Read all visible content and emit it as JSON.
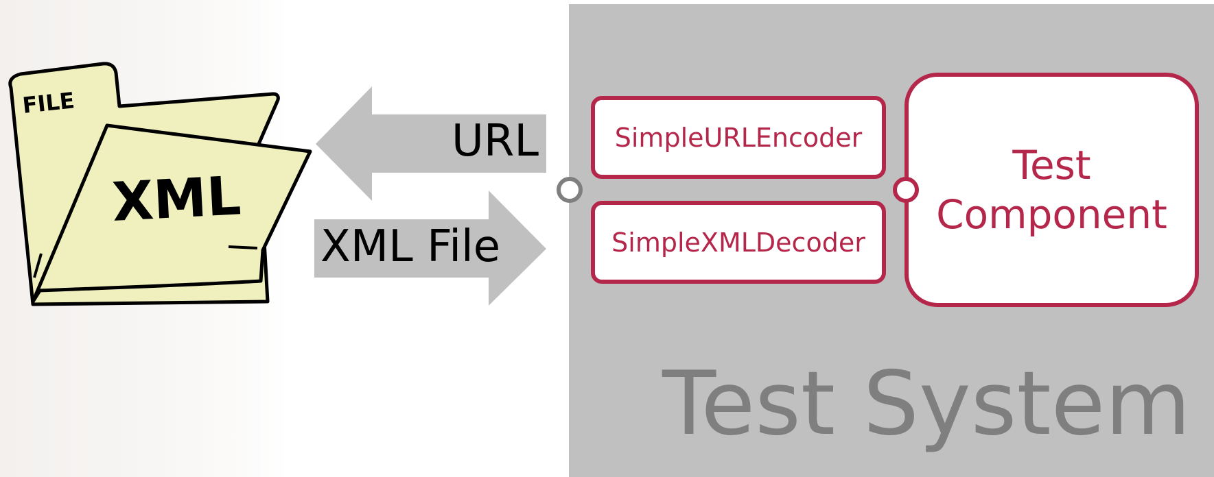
{
  "diagram": {
    "folder": {
      "tab_label": "FILE",
      "main_label": "XML"
    },
    "arrows": {
      "url_label": "URL",
      "xml_file_label": "XML File"
    },
    "test_system": {
      "title": "Test System",
      "encoder_label": "SimpleURLEncoder",
      "decoder_label": "SimpleXMLDecoder",
      "component_line1": "Test",
      "component_line2": "Component"
    },
    "colors": {
      "panel": "#c0c0c0",
      "arrow": "#c0c0c0",
      "accent": "#b5274a",
      "title_text": "#7f7f7f",
      "folder_fill": "#eff0bd"
    }
  }
}
